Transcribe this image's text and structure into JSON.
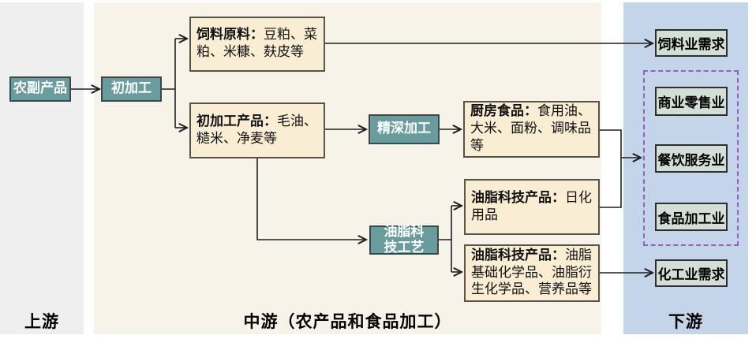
{
  "columns": {
    "upstream": {
      "label": "上游"
    },
    "midstream": {
      "label": "中游（农产品和食品加工）"
    },
    "downstream": {
      "label": "下游"
    }
  },
  "nodes": {
    "raw_material": {
      "label": "农副产品"
    },
    "primary_processing": {
      "label": "初加工"
    },
    "feed_material": {
      "label": "饲料原料：",
      "detail": "豆粕、菜粕、米糠、麸皮等"
    },
    "primary_products": {
      "label": "初加工产品：",
      "detail": "毛油、糙米、净麦等"
    },
    "deep_processing": {
      "label": "精深加工"
    },
    "kitchen_food": {
      "label": "厨房食品：",
      "detail": "食用油、大米、面粉、调味品等"
    },
    "oleo_tech_process": {
      "label": "油脂科技工艺"
    },
    "oleo_products_daily": {
      "label": "油脂科技产品：",
      "detail": "日化用品"
    },
    "oleo_products_chem": {
      "label": "油脂科技产品：",
      "detail": "油脂基础化学品、油脂衍生化学品、营养品等"
    },
    "feed_industry": {
      "label": "饲料业需求"
    },
    "commercial_retail": {
      "label": "商业零售业"
    },
    "catering_service": {
      "label": "餐饮服务业"
    },
    "food_processing": {
      "label": "食品加工业"
    },
    "chemical_industry": {
      "label": "化工业需求"
    }
  },
  "colors": {
    "process_box_fill": "#6a9c9e",
    "product_box_fill": "#f9edd3",
    "demand_box_fill": "#d2ded6",
    "upstream_column_bg": "#efeff0",
    "midstream_column_bg": "#f8f3e9",
    "downstream_column_bg": "#c4d4e9",
    "dashed_group_border": "#9460c8",
    "connector_line": "#1f1f1f"
  }
}
